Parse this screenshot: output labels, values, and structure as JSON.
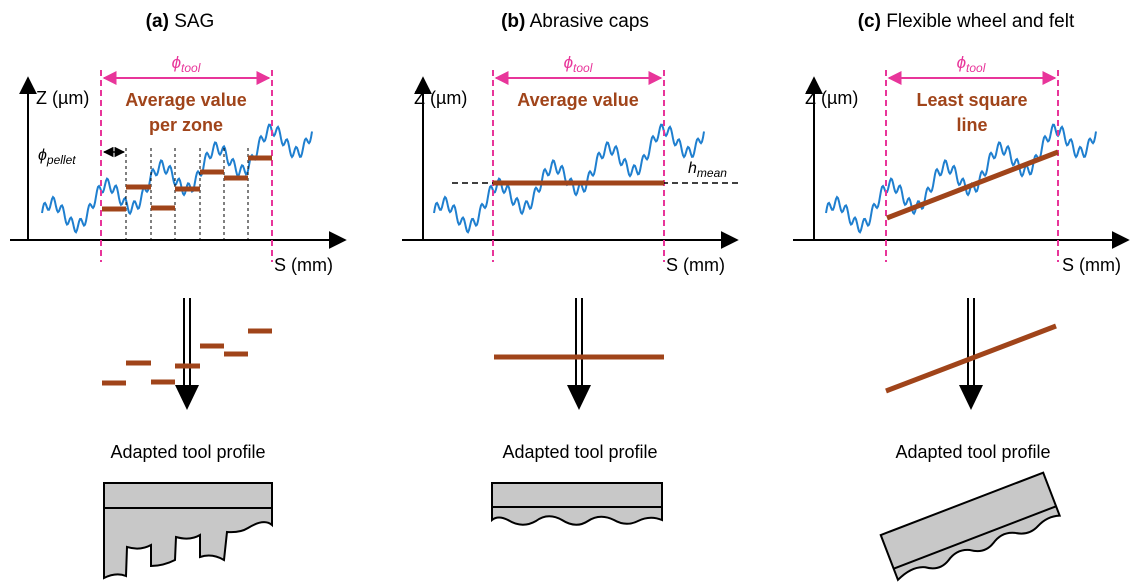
{
  "panels": [
    {
      "id": "a",
      "label": "(a)",
      "title": "SAG",
      "z_axis": "Z (µm)",
      "s_axis": "S (mm)",
      "tool_symbol": "ϕ",
      "tool_subscript": "tool",
      "method_lines": [
        "Average value",
        "per zone"
      ],
      "pellet_symbol": "ϕ",
      "pellet_subscript": "pellet",
      "caption": "Adapted tool profile"
    },
    {
      "id": "b",
      "label": "(b)",
      "title": "Abrasive caps",
      "z_axis": "Z (µm)",
      "s_axis": "S (mm)",
      "tool_symbol": "ϕ",
      "tool_subscript": "tool",
      "method_lines": [
        "Average value"
      ],
      "mean_symbol": "h",
      "mean_subscript": "mean",
      "caption": "Adapted tool profile"
    },
    {
      "id": "c",
      "label": "(c)",
      "title": "Flexible wheel and felt",
      "z_axis": "Z (µm)",
      "s_axis": "S (mm)",
      "tool_symbol": "ϕ",
      "tool_subscript": "tool",
      "method_lines": [
        "Least square",
        "line"
      ],
      "caption": "Adapted tool profile"
    }
  ],
  "colors": {
    "profile": "#1f7fcf",
    "estimate": "#a0441a",
    "tool_zone": "#e8359a",
    "tool_fill": "#c8c8c8"
  }
}
